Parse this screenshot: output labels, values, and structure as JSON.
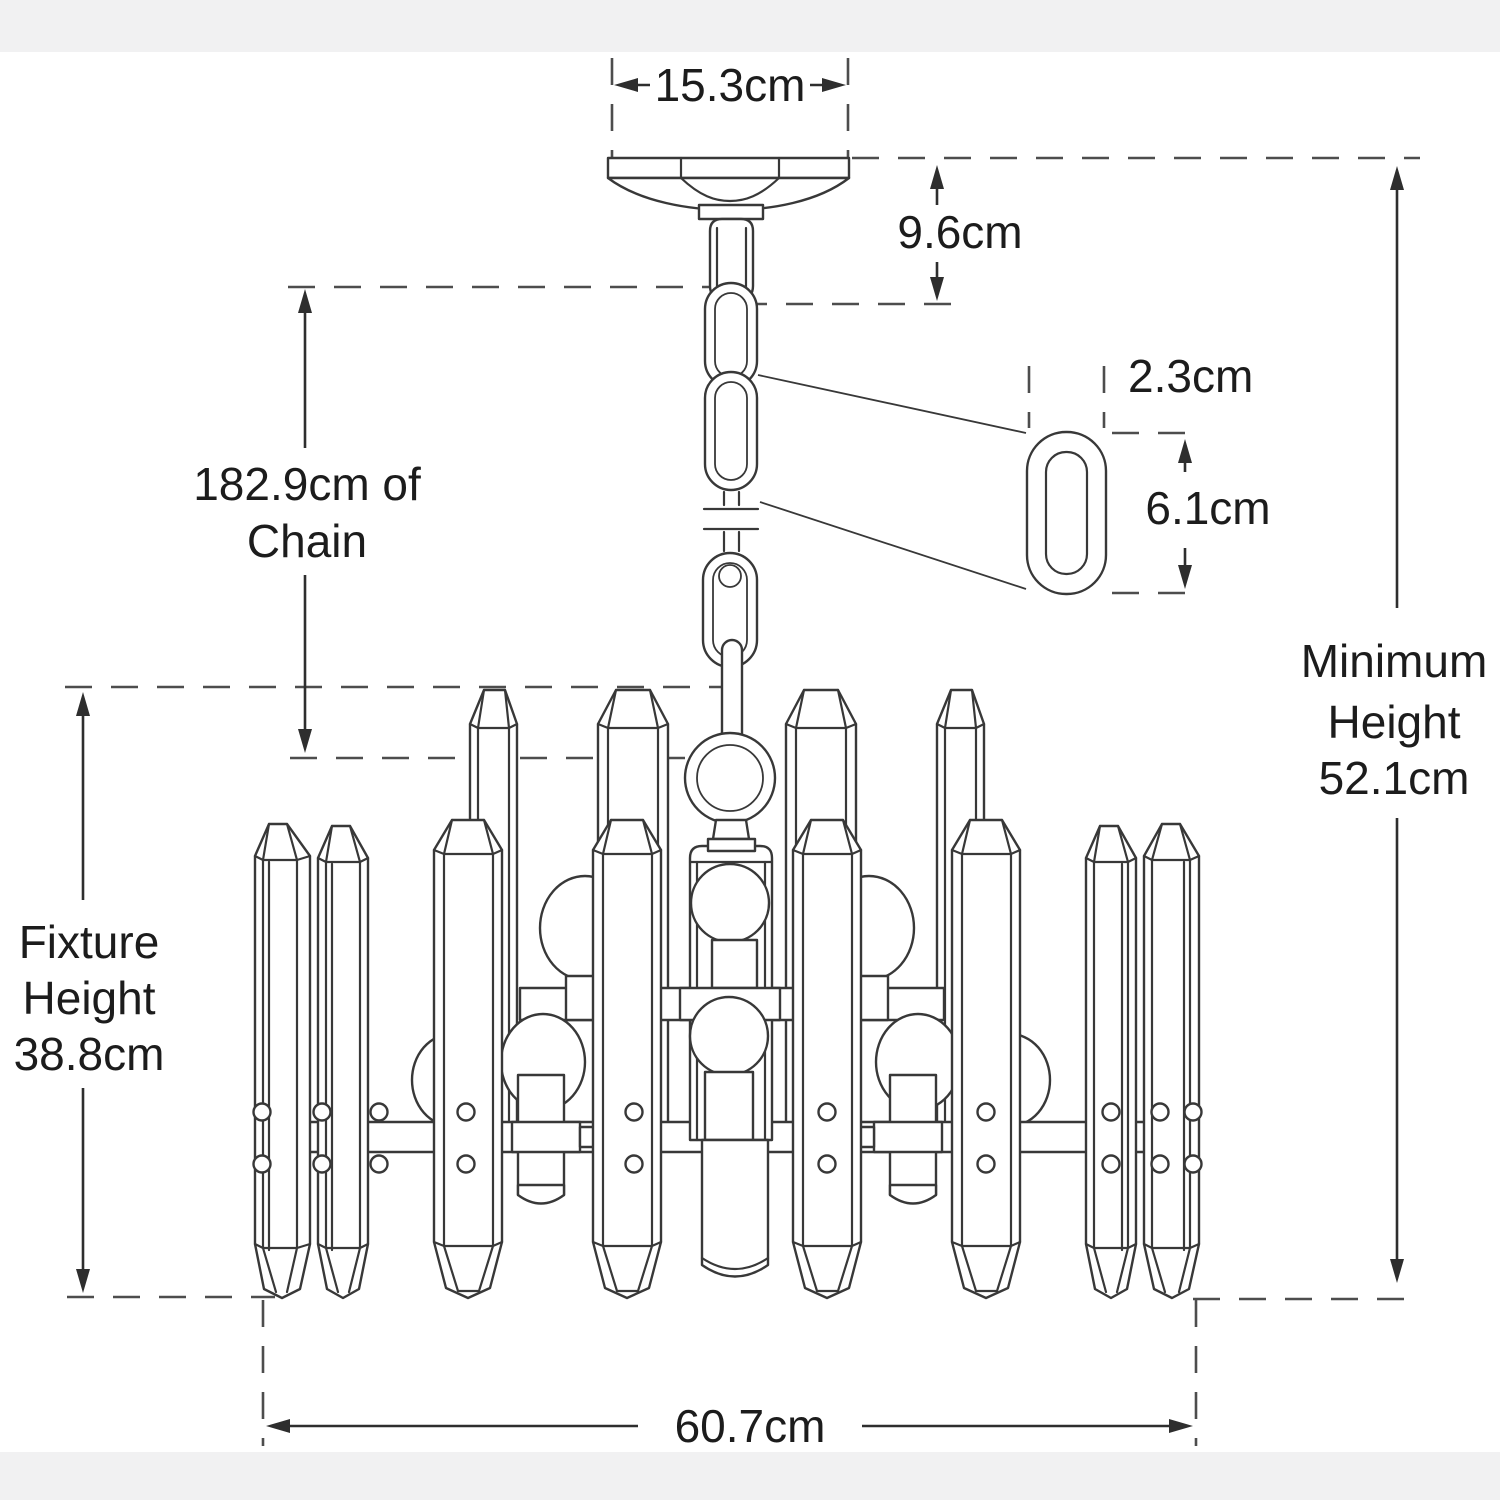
{
  "page": {
    "background": "#ffffff",
    "band_color": "#f1f1f2"
  },
  "diagram": {
    "title": "Chandelier dimension drawing",
    "line_color": "#383838",
    "dash_color": "#4d4d4d",
    "dim_color": "#2e2e2e",
    "text_color": "#1c1c1c",
    "dimensions": {
      "canopy_width": "15.3cm",
      "canopy_drop": "9.6cm",
      "link_width": "2.3cm",
      "link_height": "6.1cm",
      "chain_length_line1": "182.9cm of",
      "chain_length_line2": "Chain",
      "min_height_line1": "Minimum",
      "min_height_line2": "Height",
      "min_height_line3": "52.1cm",
      "fixture_height_line1": "Fixture",
      "fixture_height_line2": "Height",
      "fixture_height_line3": "38.8cm",
      "fixture_width": "60.7cm"
    }
  }
}
